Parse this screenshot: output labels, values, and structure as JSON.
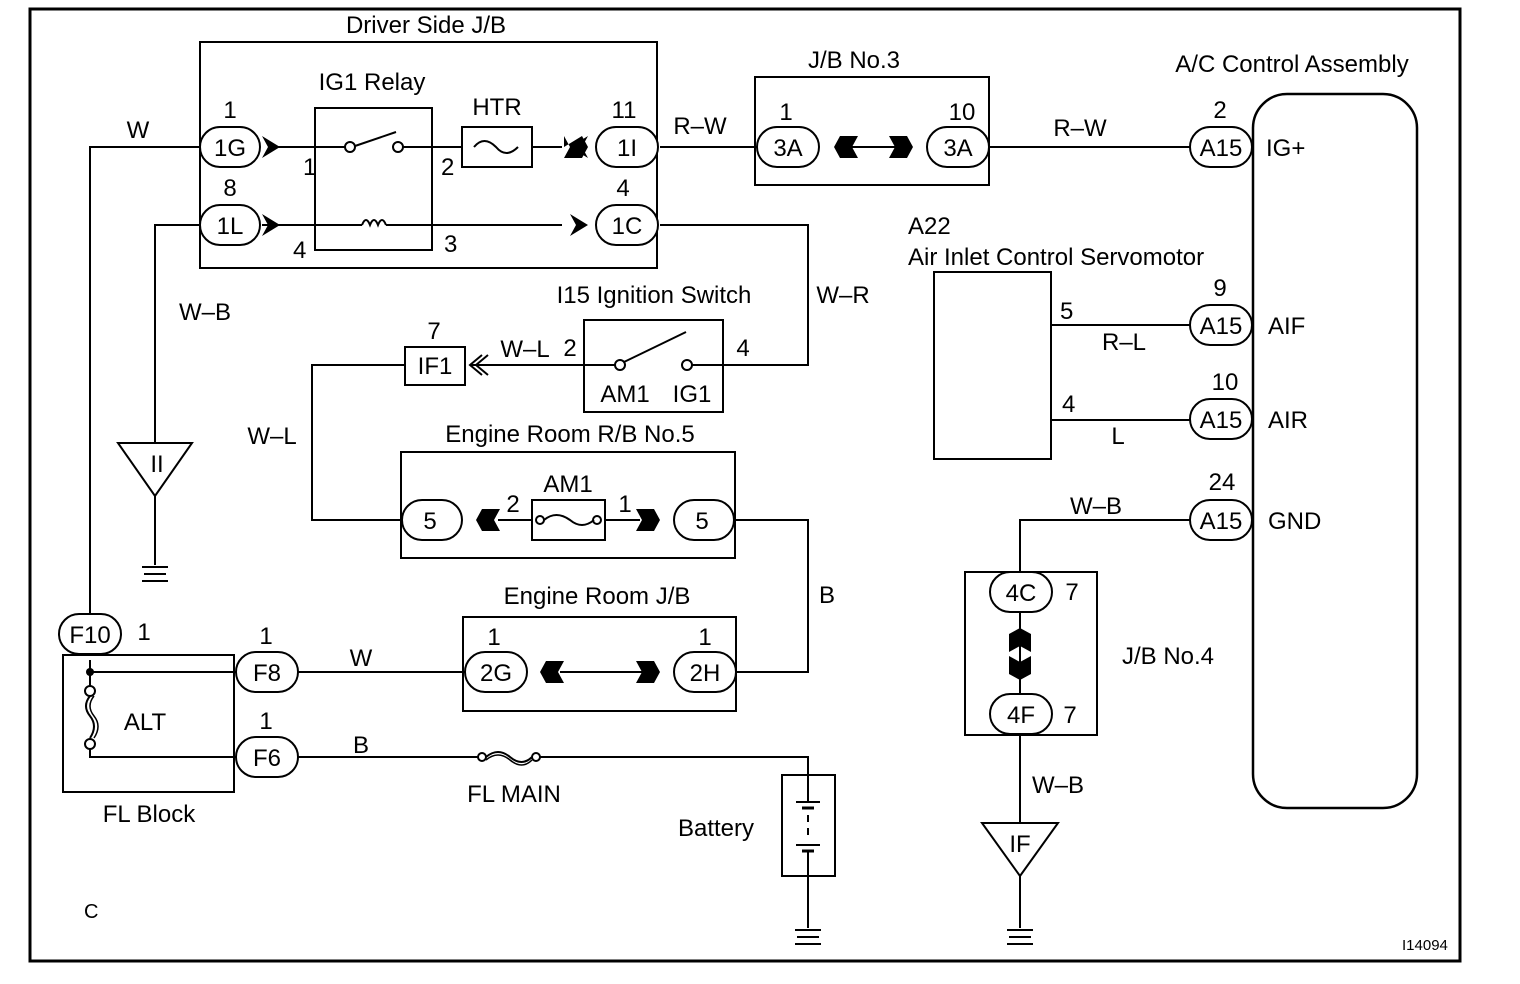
{
  "diagram_id": "I14094",
  "page_letter": "C",
  "components": {
    "driver_jb": "Driver Side J/B",
    "ig1_relay": "IG1 Relay",
    "htr": "HTR",
    "jb3": "J/B No.3",
    "ac_control": "A/C Control Assembly",
    "a22": "A22",
    "servomotor": "Air Inlet Control Servomotor",
    "ignition_switch": "I15 Ignition Switch",
    "engine_rb5": "Engine Room R/B No.5",
    "am1_fuse": "AM1",
    "engine_jb": "Engine Room J/B",
    "jb4": "J/B No.4",
    "fl_block": "FL Block",
    "alt": "ALT",
    "fl_main": "FL MAIN",
    "battery": "Battery"
  },
  "wires": {
    "w_top": "W",
    "rw_1": "R–W",
    "rw_2": "R–W",
    "wb_left": "W–B",
    "wr": "W–R",
    "wl_1": "W–L",
    "wl_2": "W–L",
    "rl": "R–L",
    "l": "L",
    "wb_gnd": "W–B",
    "wb_4f": "W–B",
    "b_mid": "B",
    "w_f8": "W",
    "b_f6": "B"
  },
  "connectors": {
    "c_1g": "1G",
    "c_1l": "1L",
    "c_1i": "1I",
    "c_1c": "1C",
    "c_3a_l": "3A",
    "c_3a_r": "3A",
    "c_a15_ig": "A15",
    "c_a15_aif": "A15",
    "c_a15_air": "A15",
    "c_a15_gnd": "A15",
    "c_if1": "IF1",
    "c_5l": "5",
    "c_5r": "5",
    "c_2g": "2G",
    "c_2h": "2H",
    "c_4c": "4C",
    "c_4f": "4F",
    "c_f10": "F10",
    "c_f8": "F8",
    "c_f6": "F6"
  },
  "ground_points": {
    "g_ii": "II",
    "g_if": "IF"
  },
  "ac_terminals": {
    "ig": "IG+",
    "aif": "AIF",
    "air": "AIR",
    "gnd": "GND"
  },
  "switch_terminals": {
    "am1": "AM1",
    "ig1": "IG1"
  },
  "pins": {
    "p_1g": "1",
    "p_1l": "8",
    "p_1i": "11",
    "p_1c": "4",
    "relay_1": "1",
    "relay_2": "2",
    "relay_3": "3",
    "relay_4": "4",
    "p_3a_l": "1",
    "p_3a_r": "10",
    "p_a15_ig": "2",
    "p_a15_aif": "9",
    "p_a15_air": "10",
    "p_a15_gnd": "24",
    "p_if1": "7",
    "sw_2": "2",
    "sw_4": "4",
    "servo_5": "5",
    "servo_4": "4",
    "am1_2": "2",
    "am1_1": "1",
    "p_2g": "1",
    "p_2h": "1",
    "p_4c": "7",
    "p_4f": "7",
    "p_f10": "1",
    "p_f8": "1",
    "p_f6": "1"
  }
}
